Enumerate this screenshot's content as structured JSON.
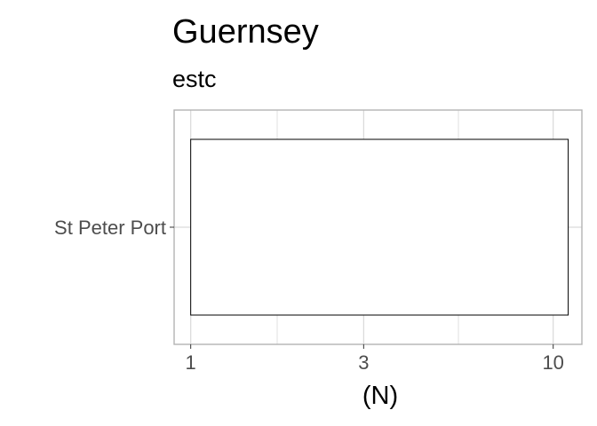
{
  "chart_data": {
    "type": "bar",
    "title": "Guernsey",
    "subtitle": "estc",
    "orientation": "horizontal",
    "x_scale": "log",
    "categories": [
      "St Peter Port"
    ],
    "values": [
      11
    ],
    "xlabel": "(N)",
    "ylabel": "",
    "x_ticks": [
      1,
      3,
      10
    ],
    "x_tick_labels": [
      "1",
      "3",
      "10"
    ],
    "xlim": [
      0.9,
      12
    ],
    "grid": true,
    "legend": "none",
    "colors": {
      "bar_fill": "#ffffff",
      "bar_stroke": "#000000",
      "grid": "#d9d9d9",
      "panel_border": "#b3b3b3",
      "tick_text": "#4d4d4d"
    }
  }
}
